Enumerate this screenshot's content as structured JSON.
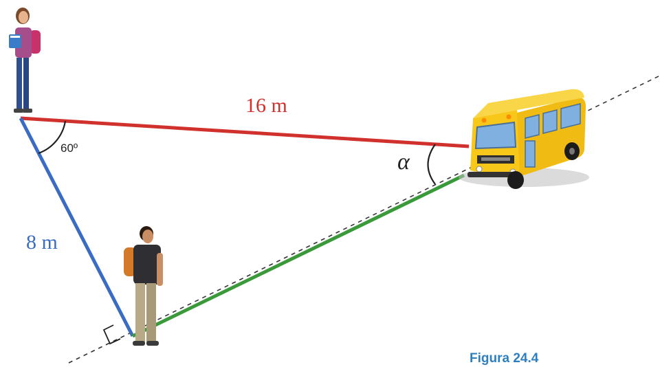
{
  "labels": {
    "red_side": "16 m",
    "blue_side": "8 m",
    "angle_girl": "60º",
    "angle_bus": "α",
    "caption": "Figura 24.4"
  },
  "colors": {
    "red_side": "#d0312d",
    "blue_side": "#3b6cc4",
    "green_side": "#3a9a3a",
    "caption": "#2d7fc1",
    "bus": "#f4c20d"
  },
  "icons": {
    "girl": "standing-girl-with-books",
    "boy": "standing-boy-with-backpack",
    "bus": "school-bus"
  }
}
